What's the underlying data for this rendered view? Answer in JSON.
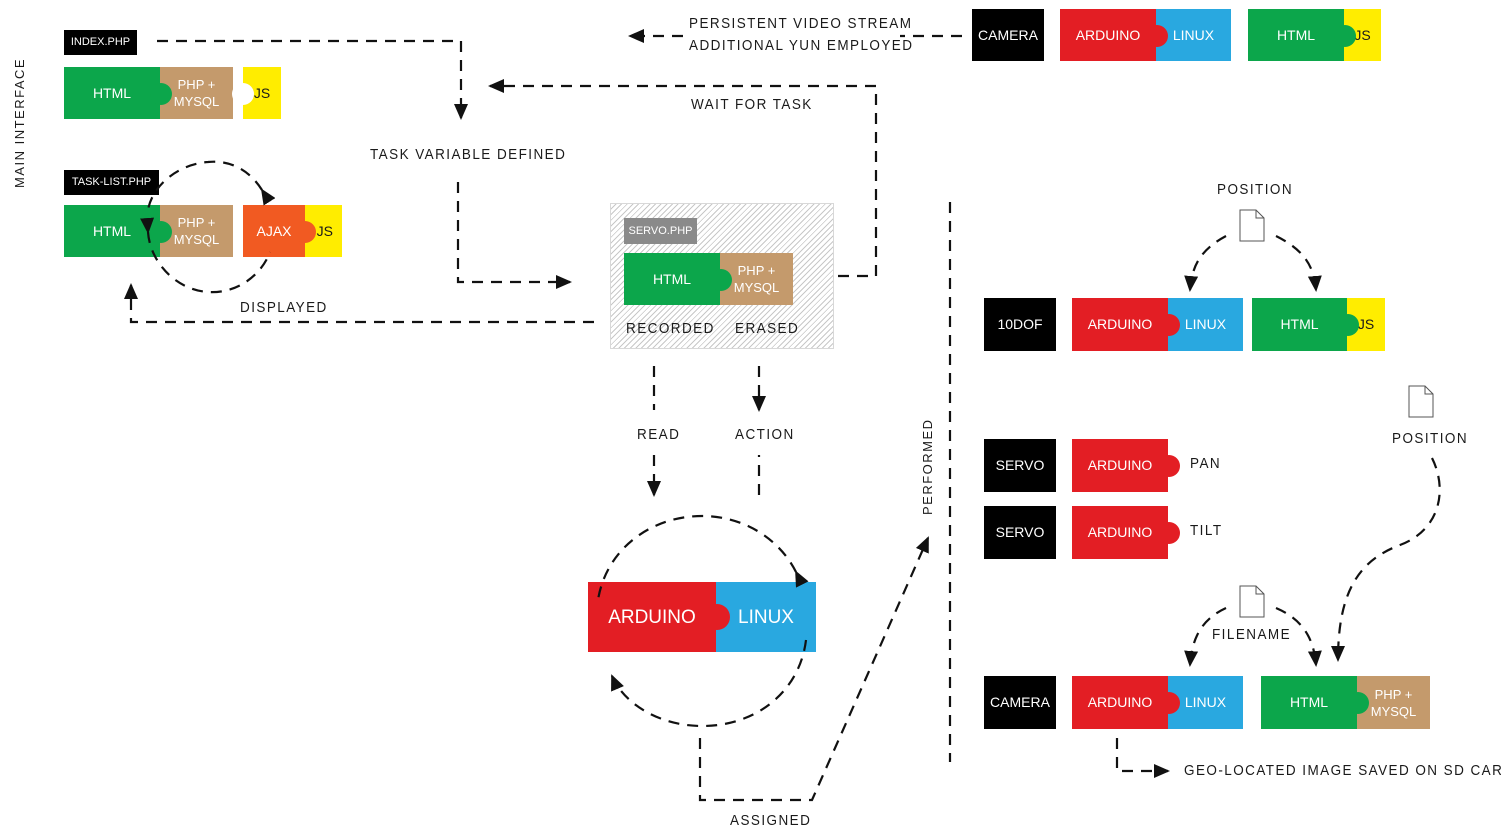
{
  "components": {
    "html": "HTML",
    "php_mysql": "PHP +\nMYSQL",
    "js": "JS",
    "ajax": "AJAX",
    "arduino": "ARDUINO",
    "linux": "LINUX",
    "camera": "CAMERA",
    "servo": "SERVO",
    "tendof": "10DOF"
  },
  "files": {
    "index": "INDEX.PHP",
    "task_list": "TASK-LIST.PHP",
    "servo": "SERVO.PHP"
  },
  "labels": {
    "main_interface": "MAIN INTERFACE",
    "stream_line1": "PERSISTENT VIDEO STREAM",
    "stream_line2": "ADDITIONAL YUN EMPLOYED",
    "wait_for_task": "WAIT FOR TASK",
    "task_variable_defined": "TASK VARIABLE DEFINED",
    "displayed": "DISPLAYED",
    "recorded": "RECORDED",
    "erased": "ERASED",
    "read": "READ",
    "action": "ACTION",
    "assigned": "ASSIGNED",
    "performed": "PERFORMED",
    "position_top": "POSITION",
    "position_right": "POSITION",
    "pan": "PAN",
    "tilt": "TILT",
    "filename": "FILENAME",
    "geo_saved": "GEO-LOCATED IMAGE SAVED ON SD CARD"
  },
  "colors": {
    "arduino": "#e31e24",
    "linux": "#29a8e0",
    "html": "#0ca64b",
    "php_mysql": "#c49a6c",
    "js": "#ffed00",
    "ajax": "#f15a22",
    "file_tag": "#000000",
    "servo_file_tag": "#8a8a8a"
  }
}
